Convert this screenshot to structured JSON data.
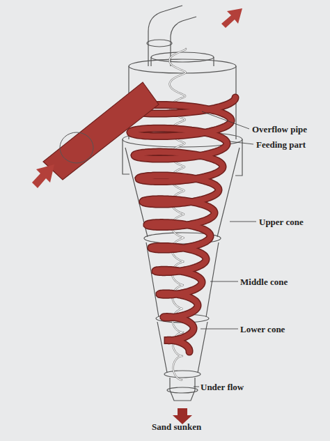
{
  "diagram": {
    "labels": [
      "Overflow pipe",
      "Feeding part",
      "Upper cone",
      "Middle cone",
      "Lower cone",
      "Under flow",
      "Sand sunken"
    ]
  }
}
